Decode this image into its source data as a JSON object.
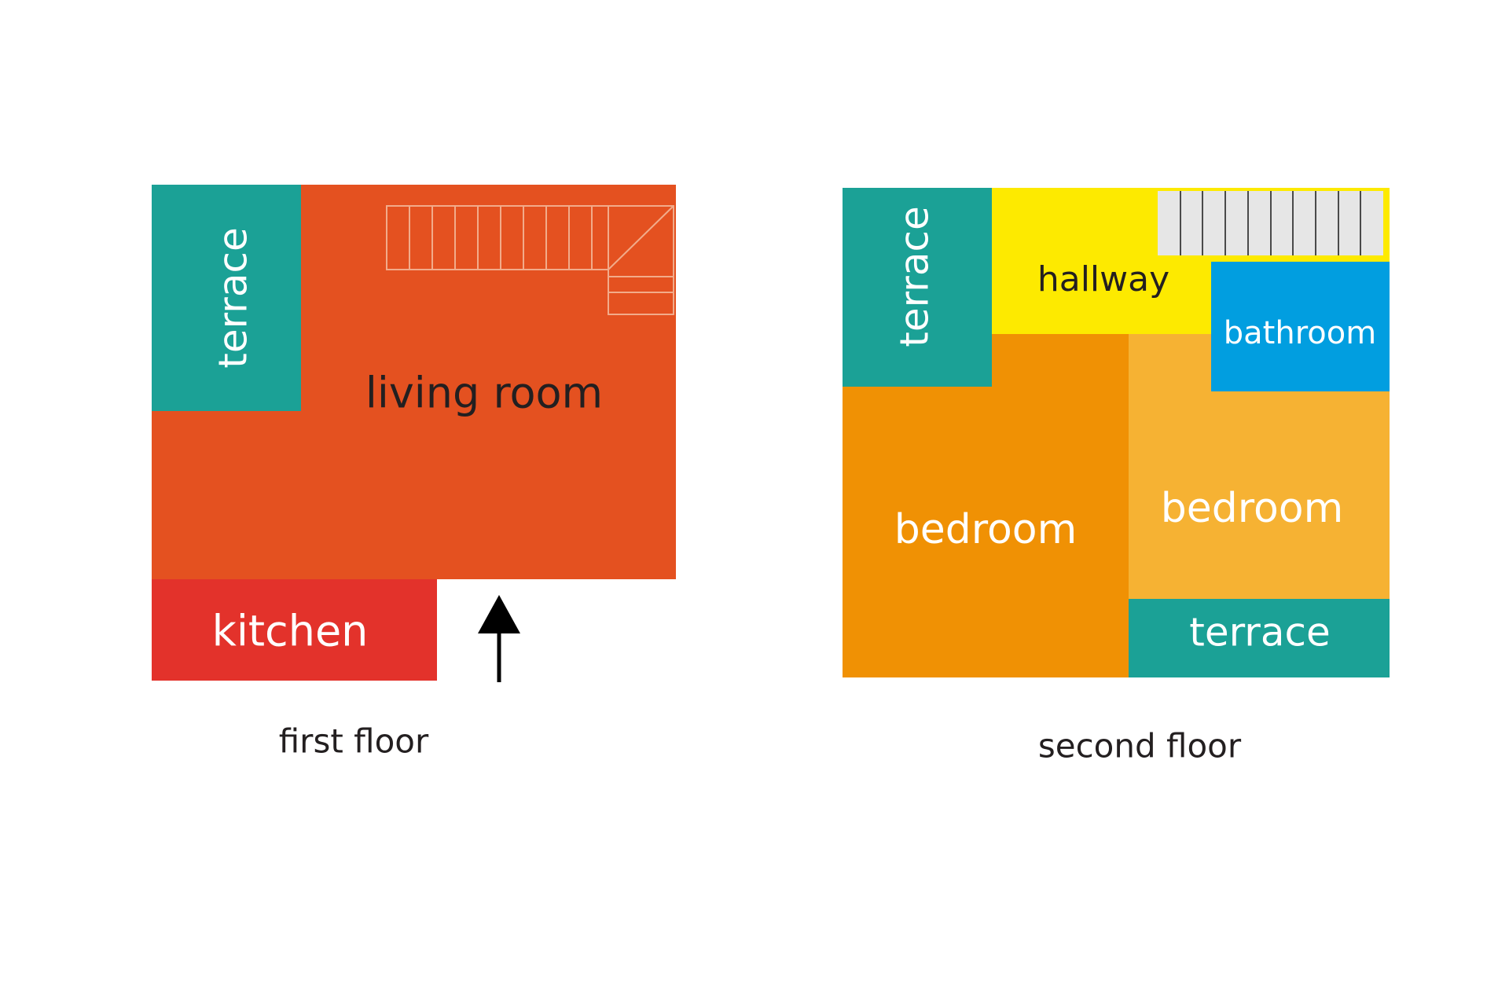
{
  "colors": {
    "background": "#ffffff",
    "living_room": "#e45120",
    "kitchen": "#e3322b",
    "terrace": "#1ba196",
    "hallway": "#fdea00",
    "bathroom": "#019ee0",
    "bedroom_left": "#f09104",
    "bedroom_right": "#f6b233",
    "stairs_first": "#f2ab8a",
    "stairs_second_fill": "#e6e6e6",
    "stairs_second_line": "#4a4a4a",
    "dark_text": "#231f20",
    "light_text": "#ffffff",
    "arrow": "#000000"
  },
  "first_floor": {
    "caption": "first floor",
    "rooms": {
      "terrace": "terrace",
      "living_room": "living room",
      "kitchen": "kitchen"
    },
    "icons": {
      "stairs": "stairs-icon",
      "entrance": "arrow-up-icon"
    }
  },
  "second_floor": {
    "caption": "second floor",
    "rooms": {
      "terrace_top": "terrace",
      "hallway": "hallway",
      "bathroom": "bathroom",
      "bedroom_left": "bedroom",
      "bedroom_right": "bedroom",
      "terrace_bottom": "terrace"
    },
    "icons": {
      "stairs": "stairs-icon"
    }
  }
}
